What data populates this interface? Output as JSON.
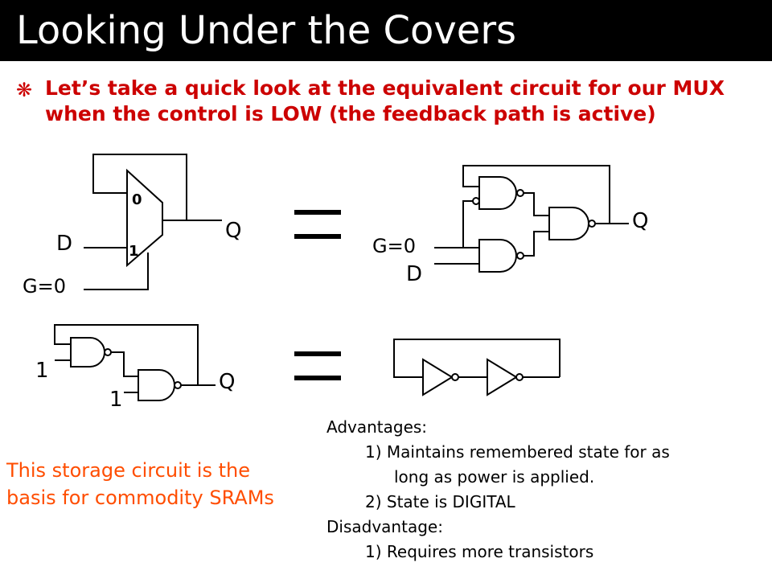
{
  "slide": {
    "title": "Looking Under the Covers",
    "bullet": "Let’s take a quick look at the equivalent circuit for our MUX when the control is LOW (the feedback path is active)"
  },
  "mux": {
    "in0": "0",
    "in1": "1",
    "d": "D",
    "q": "Q",
    "g": "G=0"
  },
  "nand_latch": {
    "q": "Q",
    "g": "G=0",
    "d": "D"
  },
  "reduced": {
    "a": "1",
    "b": "1",
    "q": "Q"
  },
  "note": {
    "line1": "This storage circuit is the",
    "line2": "basis for commodity SRAMs"
  },
  "advantages": {
    "heading": "Advantages:",
    "item1a": "1) Maintains remembered state for as",
    "item1b": "long as power is applied.",
    "item2": "2) State is DIGITAL",
    "dis_heading": "Disadvantage:",
    "dis_item1": "1) Requires more transistors"
  },
  "colors": {
    "title_bg": "#000000",
    "bullet": "#cc0000",
    "note": "#ff4d00"
  },
  "icons": {
    "bullet": "asterisk-bullet-icon"
  }
}
